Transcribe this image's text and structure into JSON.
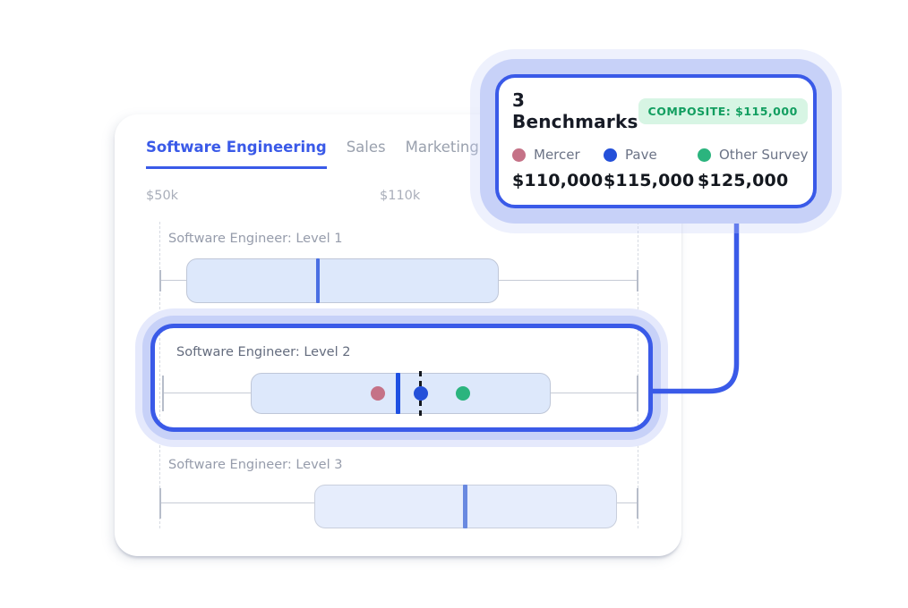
{
  "card": {
    "tabs": [
      {
        "label": "Software Engineering",
        "active": true
      },
      {
        "label": "Sales",
        "active": false
      },
      {
        "label": "Marketing",
        "active": false
      }
    ],
    "axis_ticks": [
      {
        "label": "$50k",
        "value": 50
      },
      {
        "label": "$110k",
        "value": 110
      }
    ]
  },
  "rows": [
    {
      "label": "Software Engineer: Level 1",
      "highlighted": false
    },
    {
      "label": "Software Engineer: Level 2",
      "highlighted": true
    },
    {
      "label": "Software Engineer: Level 3",
      "highlighted": false
    }
  ],
  "popup": {
    "title": "3 Benchmarks",
    "badge": "COMPOSITE: $115,000",
    "benchmarks": [
      {
        "name": "Mercer",
        "value": "$110,000",
        "color": "#c57287"
      },
      {
        "name": "Pave",
        "value": "$115,000",
        "color": "#2450d9"
      },
      {
        "name": "Other Survey",
        "value": "$125,000",
        "color": "#2bb47e"
      }
    ]
  },
  "colors": {
    "accent_blue": "#3a5ae8",
    "halo_lavender": "#c7d1f8",
    "badge_green_text": "#129e60",
    "badge_green_bg": "#d7f5e4",
    "box_fill": "#dde8fb",
    "median_blue": "#1e50e2",
    "composite_dash": "#14181f",
    "muted_text": "#9aa1ae"
  },
  "chart_data": {
    "type": "boxplot",
    "orientation": "horizontal",
    "unit": "USD thousands (annual salary)",
    "x_ticks": [
      "$50k",
      "$110k"
    ],
    "x_tick_values": [
      50,
      110
    ],
    "xlim": [
      42,
      181
    ],
    "grid": "dashed-vertical",
    "rows": [
      {
        "label": "Software Engineer: Level 1",
        "whisker_low": 50,
        "q1": 57,
        "median": 90,
        "q3": 136,
        "whisker_high": 170
      },
      {
        "label": "Software Engineer: Level 2",
        "whisker_low": 50,
        "q1": 73,
        "median": 110,
        "q3": 149,
        "whisker_high": 170,
        "composite": 115,
        "points": [
          {
            "name": "Mercer",
            "value": 110
          },
          {
            "name": "Pave",
            "value": 115
          },
          {
            "name": "Other Survey",
            "value": 125
          }
        ]
      },
      {
        "label": "Software Engineer: Level 3",
        "whisker_low": 50,
        "q1": 89,
        "median": 127,
        "q3": 165,
        "whisker_high": 170
      }
    ]
  }
}
